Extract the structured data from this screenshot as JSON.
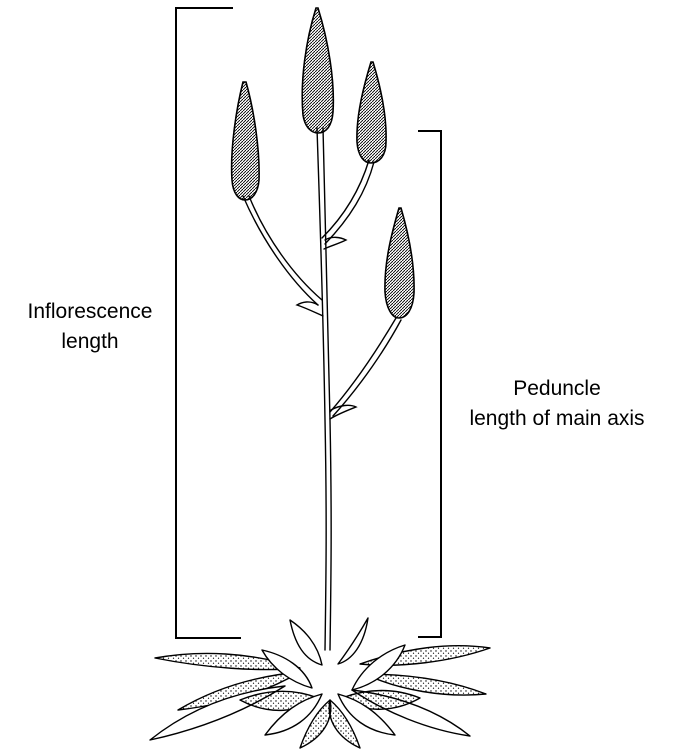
{
  "labels": {
    "inflorescence": {
      "line1": "Inflorescence",
      "line2": "length"
    },
    "peduncle": {
      "line1": "Peduncle",
      "line2": "length of main axis"
    }
  },
  "colors": {
    "ink": "#000000",
    "background": "#ffffff"
  }
}
